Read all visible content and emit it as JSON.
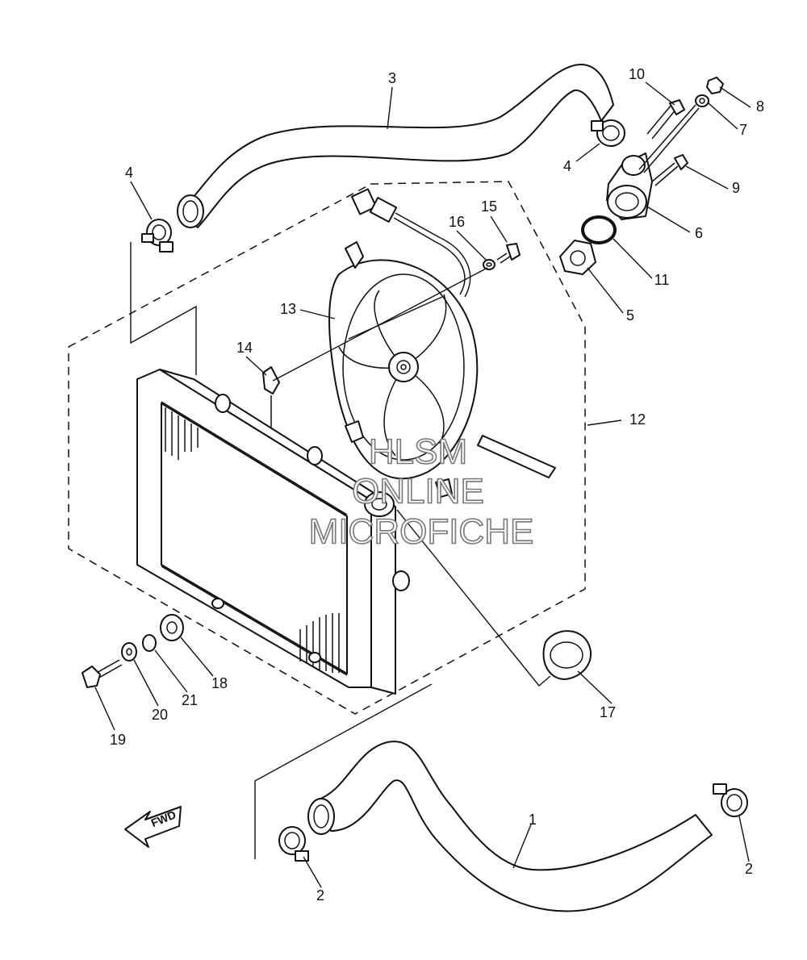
{
  "diagram": {
    "callouts": {
      "c1": "1",
      "c2a": "2",
      "c2b": "2",
      "c3": "3",
      "c4a": "4",
      "c4b": "4",
      "c5": "5",
      "c6": "6",
      "c7": "7",
      "c8": "8",
      "c9": "9",
      "c10": "10",
      "c11": "11",
      "c12": "12",
      "c13": "13",
      "c14": "14",
      "c15": "15",
      "c16": "16",
      "c17": "17",
      "c18": "18",
      "c19": "19",
      "c20": "20",
      "c21": "21"
    },
    "fwd_label": "FWD",
    "watermark": {
      "line1": "HLSM",
      "line2": "ONLINE",
      "line3": "MICROFICHE"
    }
  }
}
